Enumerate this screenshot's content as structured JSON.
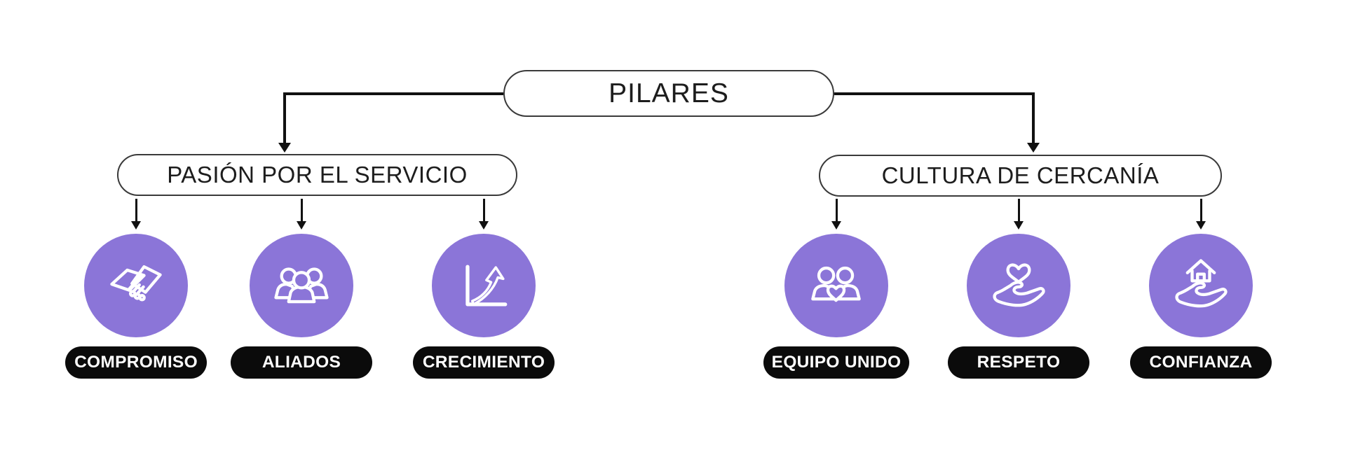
{
  "title": "PILARES",
  "colors": {
    "circle": "#8B75D8",
    "pill_bg": "#0B0B0B",
    "pill_text": "#FFFFFF",
    "line": "#111111",
    "box_border": "#3A3A3A",
    "text": "#1D1D1D"
  },
  "branches": [
    {
      "label": "PASIÓN POR EL SERVICIO",
      "items": [
        {
          "label": "COMPROMISO",
          "icon": "handshake-icon"
        },
        {
          "label": "ALIADOS",
          "icon": "team-group-icon"
        },
        {
          "label": "CRECIMIENTO",
          "icon": "growth-chart-icon"
        }
      ]
    },
    {
      "label": "CULTURA DE CERCANÍA",
      "items": [
        {
          "label": "EQUIPO UNIDO",
          "icon": "people-heart-icon"
        },
        {
          "label": "RESPETO",
          "icon": "hand-heart-icon"
        },
        {
          "label": "CONFIANZA",
          "icon": "hand-house-icon"
        }
      ]
    }
  ]
}
